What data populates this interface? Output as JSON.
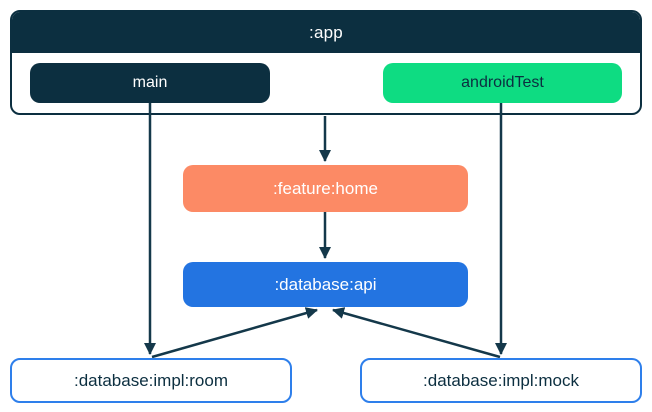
{
  "colors": {
    "navy": "#0C2F40",
    "green": "#0EDC82",
    "orange": "#FC8A65",
    "blue": "#2374E1",
    "border_blue": "#2E7FEB",
    "arrow": "#14384A",
    "background": "#FFFFFF"
  },
  "nodes": {
    "app": {
      "label": ":app"
    },
    "main": {
      "label": "main"
    },
    "androidTest": {
      "label": "androidTest"
    },
    "feature_home": {
      "label": ":feature:home"
    },
    "database_api": {
      "label": ":database:api"
    },
    "database_impl_room": {
      "label": ":database:impl:room"
    },
    "database_impl_mock": {
      "label": ":database:impl:mock"
    }
  },
  "edges": [
    {
      "from": "main",
      "to": ":database:impl:room"
    },
    {
      "from": ":app",
      "to": ":feature:home"
    },
    {
      "from": "androidTest",
      "to": ":database:impl:mock"
    },
    {
      "from": ":feature:home",
      "to": ":database:api"
    },
    {
      "from": ":database:impl:room",
      "to": ":database:api"
    },
    {
      "from": ":database:impl:mock",
      "to": ":database:api"
    }
  ]
}
